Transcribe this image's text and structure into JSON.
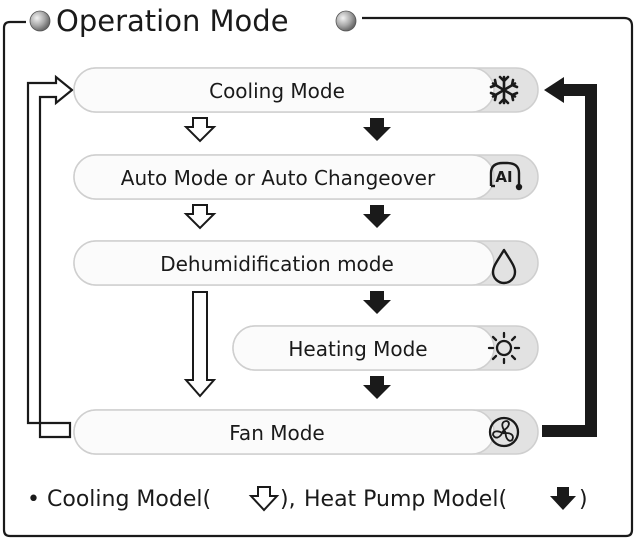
{
  "title": "Operation Mode",
  "modes": [
    {
      "id": "cooling",
      "label": "Cooling Mode",
      "icon": "snowflake-icon"
    },
    {
      "id": "auto",
      "label": "Auto Mode or Auto Changeover",
      "icon": "ai-icon",
      "icon_text": "AI"
    },
    {
      "id": "dehumidification",
      "label": "Dehumidification mode",
      "icon": "water-drop-icon"
    },
    {
      "id": "heating",
      "label": "Heating Mode",
      "icon": "sun-icon"
    },
    {
      "id": "fan",
      "label": "Fan Mode",
      "icon": "fan-icon"
    }
  ],
  "legend": {
    "bullet": "•",
    "cooling_model": "Cooling Model(",
    "cooling_close": "),",
    "heat_pump_model": "Heat Pump Model(",
    "heat_pump_close": ")",
    "cooling_arrow_icon": "outline-down-arrow-icon",
    "heat_pump_arrow_icon": "solid-down-arrow-icon"
  },
  "colors": {
    "frame": "#1a1a1a",
    "pill_fill": "#f6f6f6",
    "icon_cap": "#e2e2e2",
    "bullet_ball": "#9a9a9a"
  }
}
